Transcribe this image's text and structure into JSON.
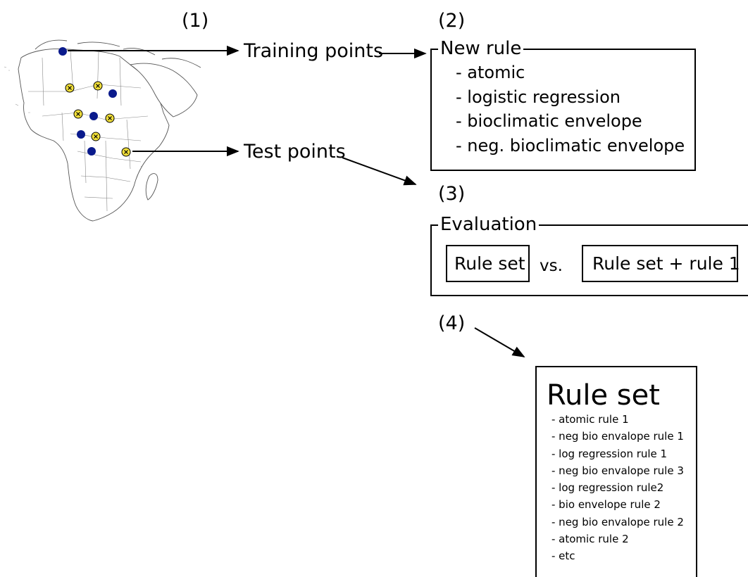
{
  "steps": {
    "s1": "(1)",
    "s2": "(2)",
    "s3": "(3)",
    "s4": "(4)"
  },
  "map": {
    "training_points": [
      {
        "kind": "presence"
      },
      {
        "kind": "absence"
      },
      {
        "kind": "absence"
      },
      {
        "kind": "presence"
      },
      {
        "kind": "absence"
      },
      {
        "kind": "presence"
      },
      {
        "kind": "absence"
      },
      {
        "kind": "presence"
      },
      {
        "kind": "absence"
      },
      {
        "kind": "presence"
      },
      {
        "kind": "absence"
      }
    ],
    "colors": {
      "presence": "#0a1a8c",
      "absence": "#f2e03a"
    }
  },
  "labels": {
    "training": "Training points",
    "test": "Test points"
  },
  "new_rule": {
    "title": "New rule",
    "items": [
      "- atomic",
      "- logistic regression",
      "- bioclimatic envelope",
      "- neg. bioclimatic envelope"
    ]
  },
  "evaluation": {
    "title": "Evaluation",
    "left": "Rule set",
    "vs": "vs.",
    "right": "Rule set + rule 1"
  },
  "rule_set": {
    "title": "Rule set",
    "items": [
      "- atomic rule 1",
      "- neg bio envalope rule 1",
      "- log regression rule 1",
      "- neg bio envalope rule 3",
      "- log regression rule2",
      "- bio envelope rule 2",
      "- neg bio envalope rule 2",
      "- atomic rule 2",
      "- etc"
    ]
  }
}
